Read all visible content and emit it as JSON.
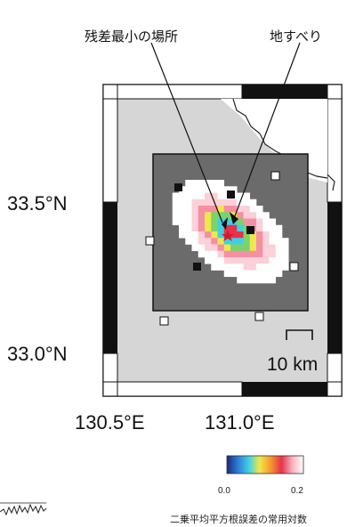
{
  "annotations": {
    "min_residual": "残差最小の場所",
    "landslide": "地すべり"
  },
  "axes": {
    "lat_labels": [
      "33.5°N",
      "33.0°N"
    ],
    "lon_labels": [
      "130.5°E",
      "131.0°E"
    ]
  },
  "scale_bar": {
    "label": "10 km"
  },
  "colorbar": {
    "min_label": "0.0",
    "max_label": "0.2",
    "title": "二乗平均平方根誤差の常用対数",
    "colors": [
      "#1b2a7a",
      "#2e7bd6",
      "#3fd0e6",
      "#f0e74a",
      "#f29a2e",
      "#e8314b",
      "#f7b3c0",
      "#ffffff"
    ]
  },
  "grid_colors": {
    "best": "#e8314b",
    "good": "#f0e74a",
    "mid_cyan": "#3fd0e6",
    "mid_green": "#7bd36a",
    "high": "#f58fa3",
    "low_pink": "#fbd0d9"
  }
}
